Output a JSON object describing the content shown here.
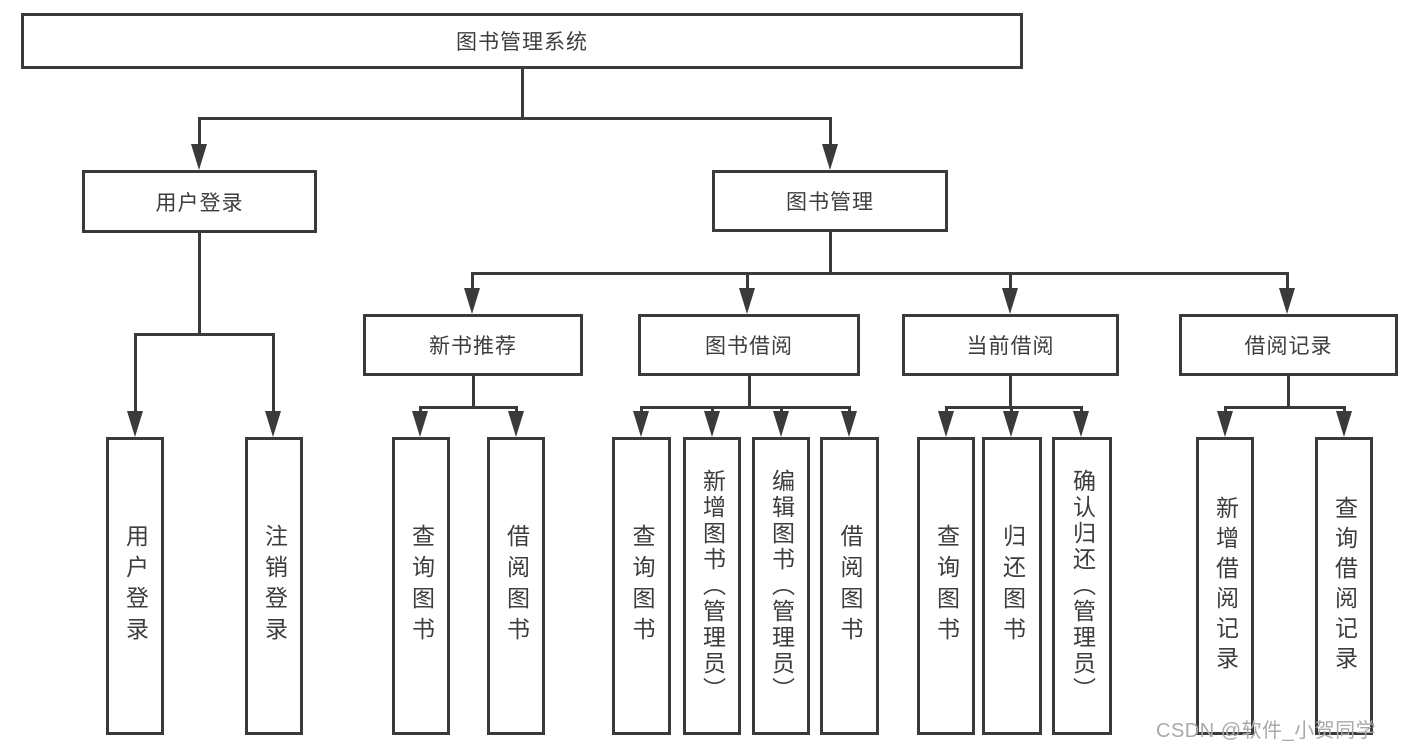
{
  "diagram_type": "hierarchy-tree",
  "tree": {
    "label": "图书管理系统",
    "children": [
      {
        "label": "用户登录",
        "children": [
          {
            "label": "用户登录"
          },
          {
            "label": "注销登录"
          }
        ]
      },
      {
        "label": "图书管理",
        "children": [
          {
            "label": "新书推荐",
            "children": [
              {
                "label": "查询图书"
              },
              {
                "label": "借阅图书"
              }
            ]
          },
          {
            "label": "图书借阅",
            "children": [
              {
                "label": "查询图书"
              },
              {
                "label": "新增图书（管理员）"
              },
              {
                "label": "编辑图书（管理员）"
              },
              {
                "label": "借阅图书"
              }
            ]
          },
          {
            "label": "当前借阅",
            "children": [
              {
                "label": "查询图书"
              },
              {
                "label": "归还图书"
              },
              {
                "label": "确认归还（管理员）"
              }
            ]
          },
          {
            "label": "借阅记录",
            "children": [
              {
                "label": "新增借阅记录"
              },
              {
                "label": "查询借阅记录"
              }
            ]
          }
        ]
      }
    ]
  },
  "watermark": "CSDN @软件_小贺同学",
  "colors": {
    "line": "#3a3a3a",
    "text": "#3d3d3d",
    "watermark": "#a9a9a9",
    "background": "#ffffff"
  }
}
